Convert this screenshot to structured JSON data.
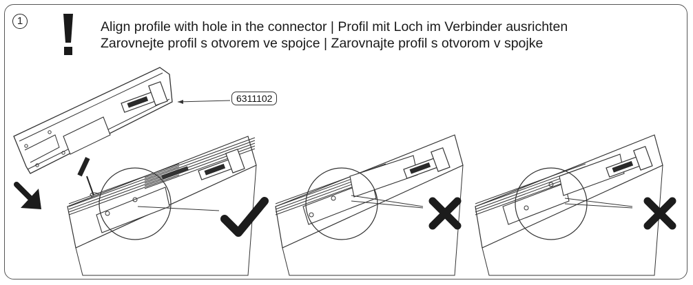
{
  "step": {
    "number": "1"
  },
  "instruction": {
    "line1": "Align profile with hole in the connector | Profil mit Loch im Verbinder ausrichten",
    "line2": "Zarovnejte profil s otvorem ve spojce | Zarovnajte profil s otvorom v spojke"
  },
  "part_label": "6311102",
  "icons": {
    "warning": "exclamation-icon",
    "correct": "checkmark-icon",
    "wrong": "cross-icon",
    "screwdriver": "screwdriver-icon",
    "direction": "arrow-down-right-icon"
  },
  "colors": {
    "ink": "#1a1a1a",
    "line": "#333333",
    "mark": "#1c1c1c"
  }
}
